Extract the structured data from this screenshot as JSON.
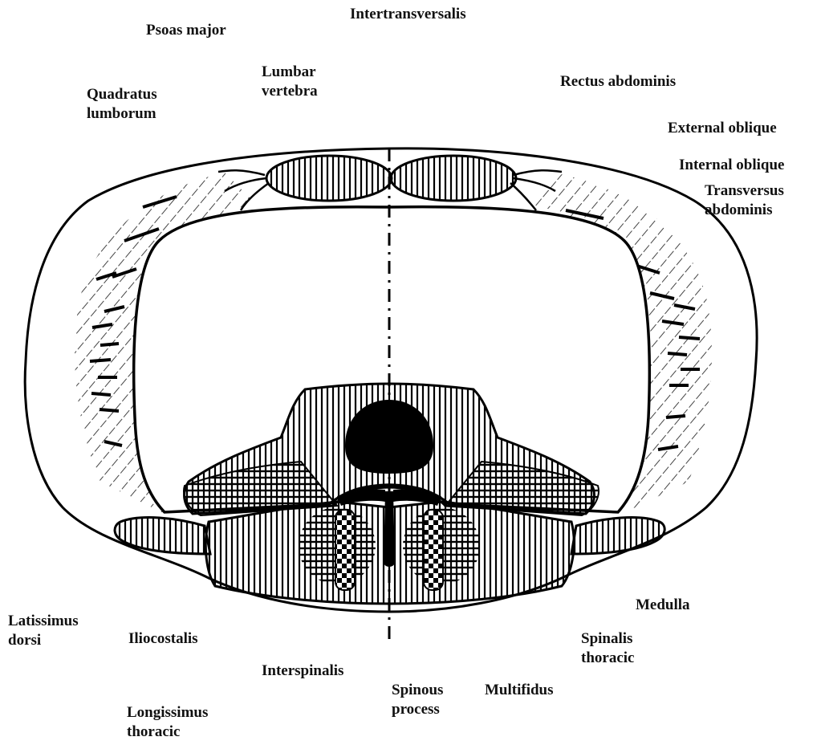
{
  "labels": {
    "intertransversalis": "Intertransversalis",
    "psoas_major": "Psoas major",
    "lumbar_vertebra": [
      "Lumbar",
      "vertebra"
    ],
    "quadratus_lumborum": [
      "Quadratus",
      "lumborum"
    ],
    "rectus_abdominis": "Rectus abdominis",
    "external_oblique": "External oblique",
    "internal_oblique": "Internal oblique",
    "transversus_abdominis": [
      "Transversus",
      "abdominis"
    ],
    "latissimus_dorsi": [
      "Latissimus",
      "dorsi"
    ],
    "iliocostalis": "Iliocostalis",
    "medulla": "Medulla",
    "spinalis_thoracic": [
      "Spinalis",
      "thoracic"
    ],
    "interspinalis": "Interspinalis",
    "spinous_process": [
      "Spinous",
      "process"
    ],
    "multifidus": "Multifidus",
    "longissimus_thoracic": [
      "Longissimus",
      "thoracic"
    ]
  }
}
